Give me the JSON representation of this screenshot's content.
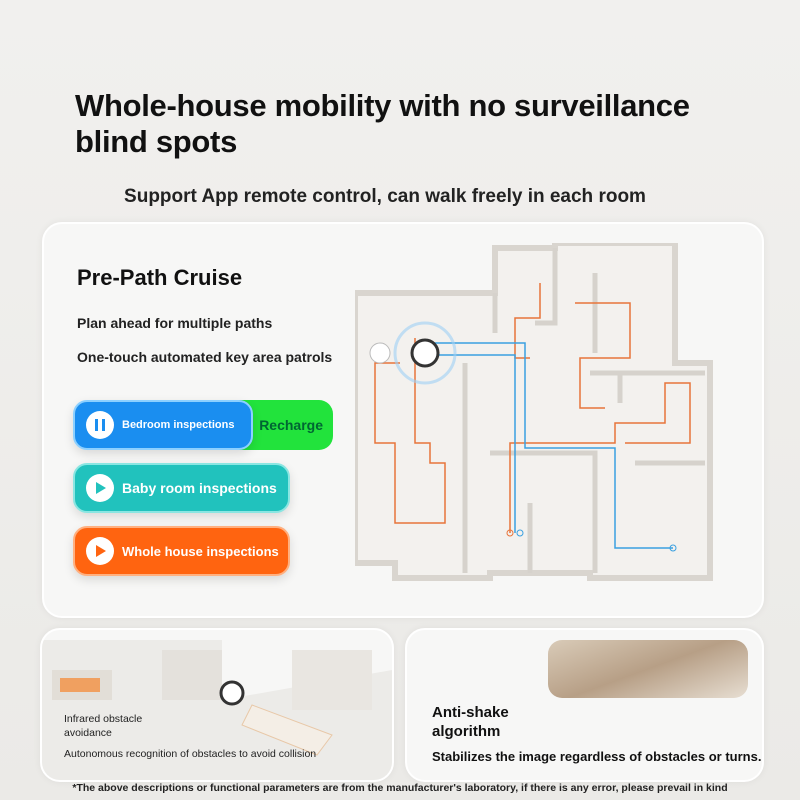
{
  "header": {
    "title": "Whole-house mobility with no surveillance blind spots",
    "subtitle": "Support App remote control, can walk freely in each room"
  },
  "cruise": {
    "title": "Pre-Path Cruise",
    "features": [
      "Plan ahead for multiple paths",
      "One-touch automated key area patrols"
    ],
    "buttons": [
      {
        "label": "Bedroom inspections",
        "icon": "pause-icon",
        "color": "#1a8ef0"
      },
      {
        "label": "Recharge",
        "color": "#22e33c"
      },
      {
        "label": "Baby room inspections",
        "icon": "play-icon",
        "color": "#21c2bd"
      },
      {
        "label": "Whole house inspections",
        "icon": "play-icon",
        "color": "#ff6410"
      }
    ],
    "path_colors": {
      "orange": "#e8743a",
      "blue": "#3aa0e0"
    }
  },
  "obstacle": {
    "title": "Infrared obstacle avoidance",
    "description": "Autonomous recognition of obstacles to avoid collision"
  },
  "antishake": {
    "title": "Anti-shake algorithm",
    "description": "Stabilizes the image regardless of obstacles or turns."
  },
  "footnote": "*The above descriptions or functional parameters are from the manufacturer's laboratory, if there is any error, please prevail in kind"
}
